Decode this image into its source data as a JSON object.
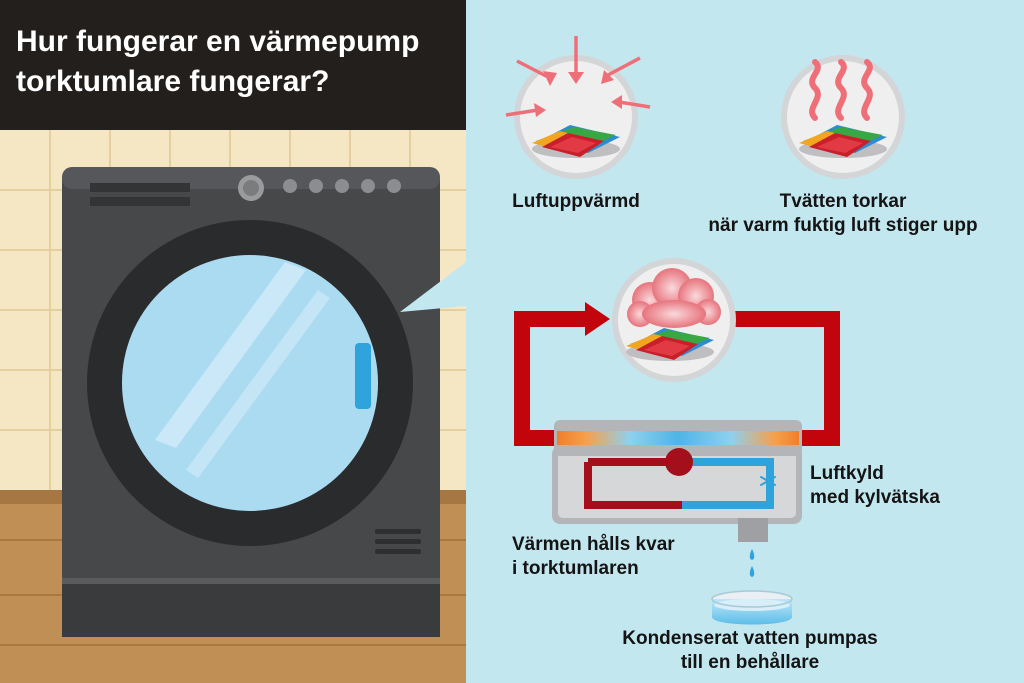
{
  "title": {
    "line1": "Hur fungerar en värmepump",
    "line2": "torktumlare fungerar?"
  },
  "steps": {
    "heated_air": "Luftuppvärmd",
    "drying_line1": "Tvätten torkar",
    "drying_line2": "när varm fuktig luft stiger upp",
    "cooled_line1": "Luftkyld",
    "cooled_line2": "med kylvätska",
    "heat_kept_line1": "Värmen hålls kvar",
    "heat_kept_line2": "i torktumlaren",
    "condensate_line1": "Kondenserat vatten pumpas",
    "condensate_line2": "till en behållare"
  },
  "icons": {
    "heating_arrows": "arrows-inward-icon",
    "heat_waves": "heat-waves-icon",
    "steam_cloud": "steam-cloud-icon",
    "snowflake": "snowflake-icon",
    "water_drops": "water-drops-icon"
  },
  "colors": {
    "panel_background": "#c3e7ef",
    "title_background": "#231f1c",
    "hot_air_duct": "#c2040c",
    "cold_refrigerant": "#2fa3db",
    "hot_refrigerant": "#a30f1b",
    "dryer_body": "#47484a",
    "door_glass": "#abdbf1"
  }
}
